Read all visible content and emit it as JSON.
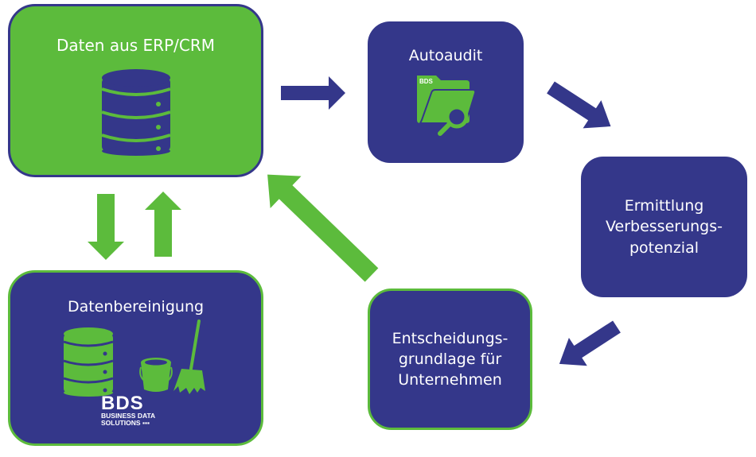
{
  "colors": {
    "navy": "#34378a",
    "green": "#5cbb3c",
    "background": "#ffffff",
    "text": "#ffffff"
  },
  "nodes": {
    "erp": {
      "title": "Daten aus ERP/CRM",
      "icon": "database-icon"
    },
    "autoaudit": {
      "title": "Autoaudit",
      "icon": "folder-search-icon",
      "icon_label": "BDS"
    },
    "ermittlung": {
      "lines": [
        "Ermittlung",
        "Verbesserungs-",
        "potenzial"
      ]
    },
    "entscheidung": {
      "lines": [
        "Entscheidungs-",
        "grundlage für",
        "Unternehmen"
      ]
    },
    "bereinigung": {
      "title": "Datenbereinigung",
      "icons": [
        "database-icon",
        "bucket-icon",
        "broom-icon"
      ]
    }
  },
  "branding": {
    "logo": "BDS",
    "line1": "BUSINESS DATA",
    "line2": "SOLUTIONS ▪▪▪"
  },
  "edges": [
    {
      "from": "erp",
      "to": "autoaudit",
      "color": "navy"
    },
    {
      "from": "autoaudit",
      "to": "ermittlung",
      "color": "navy"
    },
    {
      "from": "ermittlung",
      "to": "entscheidung",
      "color": "navy"
    },
    {
      "from": "entscheidung",
      "to": "erp",
      "color": "green"
    },
    {
      "from": "erp",
      "to": "bereinigung",
      "color": "green"
    },
    {
      "from": "bereinigung",
      "to": "erp",
      "color": "green"
    }
  ]
}
